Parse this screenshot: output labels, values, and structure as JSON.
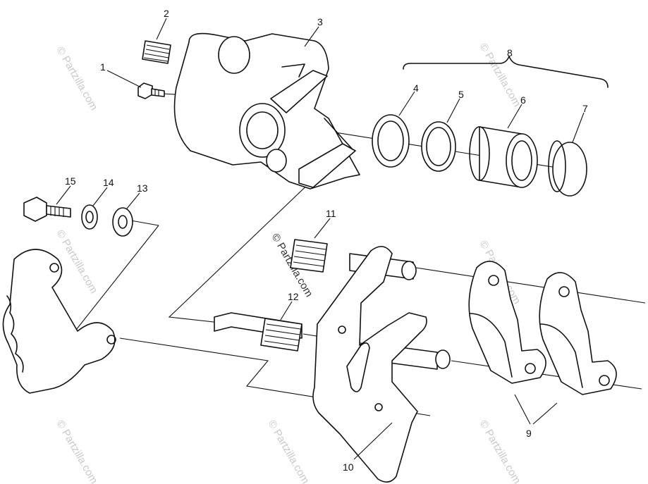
{
  "labels": {
    "l1": "1",
    "l2": "2",
    "l3": "3",
    "l4": "4",
    "l5": "5",
    "l6": "6",
    "l7": "7",
    "l8": "8",
    "l9": "9",
    "l10": "10",
    "l11": "11",
    "l12": "12",
    "l13": "13",
    "l14": "14",
    "l15": "15"
  },
  "watermark": {
    "text": "© Partzilla.com",
    "center_text": "© Partzilla.com"
  },
  "colors": {
    "ink": "#111111",
    "watermark": "#c9c9c9",
    "background": "#ffffff"
  }
}
